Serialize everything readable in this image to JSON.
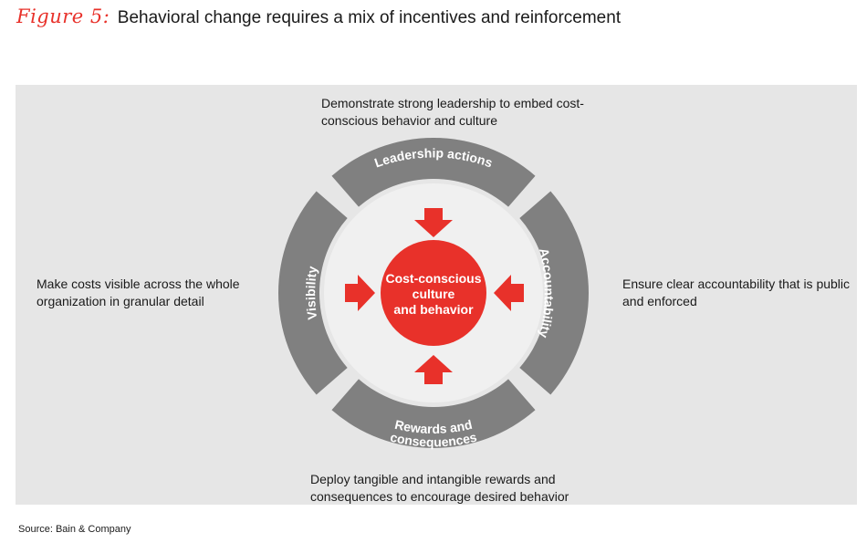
{
  "figure": {
    "label": "Figure 5:",
    "title": "Behavioral change requires a mix of incentives and reinforcement"
  },
  "colors": {
    "accent_red": "#e8312a",
    "ring_gray": "#808080",
    "panel_bg": "#e6e6e6",
    "inner_bg": "#f0f0f0"
  },
  "center": {
    "lines": [
      "Cost-conscious",
      "culture",
      "and behavior"
    ]
  },
  "segments": {
    "top": "Leadership actions",
    "left": "Visibility",
    "right": "Accountability",
    "bottom_lines": [
      "Rewards and",
      "consequences"
    ]
  },
  "descriptions": {
    "top": "Demonstrate strong leadership to embed cost-conscious behavior and culture",
    "left": "Make costs visible across the whole organization in granular detail",
    "right": "Ensure clear accountability that is public and enforced",
    "bottom": "Deploy tangible and intangible rewards and consequences to encourage desired behavior"
  },
  "source": "Source: Bain & Company"
}
